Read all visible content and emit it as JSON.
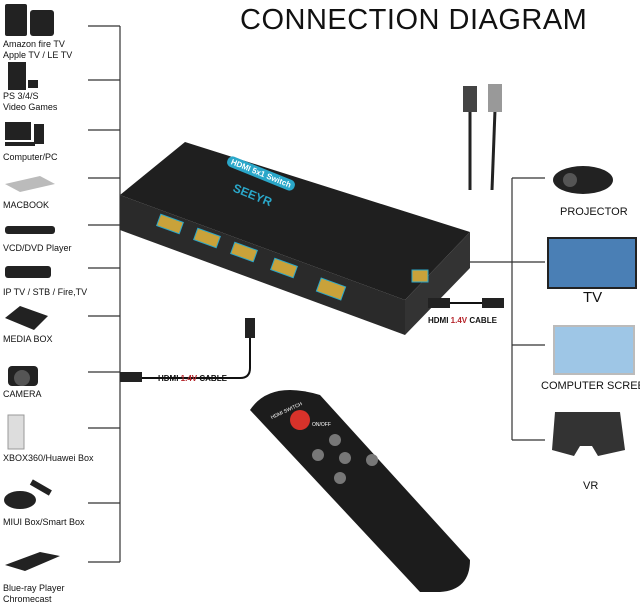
{
  "title": "CONNECTION DIAGRAM",
  "sources": [
    {
      "label": "Amazon fire TV\nApple TV / LE TV",
      "l1": "Amazon fire TV",
      "l2": "Apple TV / LE TV"
    },
    {
      "l1": "PS 3/4/S",
      "l2": "Video Games"
    },
    {
      "l1": "Computer/PC"
    },
    {
      "l1": "MACBOOK"
    },
    {
      "l1": "VCD/DVD Player"
    },
    {
      "l1": "IP TV / STB / Fire,TV"
    },
    {
      "l1": "MEDIA BOX"
    },
    {
      "l1": "CAMERA"
    },
    {
      "l1": "XBOX360/Huawei Box"
    },
    {
      "l1": "MIUI Box/Smart Box"
    },
    {
      "l1": "Blue-ray Player",
      "l2": "Chromecast"
    }
  ],
  "outputs": [
    "PROJECTOR",
    "TV",
    "COMPUTER SCREEN",
    "VR"
  ],
  "switch": {
    "brand": "SEEYR",
    "model": "HDMI 5x1 Switch"
  },
  "cable": {
    "prefix": "HDMI ",
    "version": "1.4V",
    "suffix": " CABLE"
  },
  "remote": {
    "title": "HDMI SWITCH",
    "power": "ON/OFF"
  },
  "colors": {
    "accent": "#2aa7c9",
    "cable_version": "#b5242a"
  }
}
